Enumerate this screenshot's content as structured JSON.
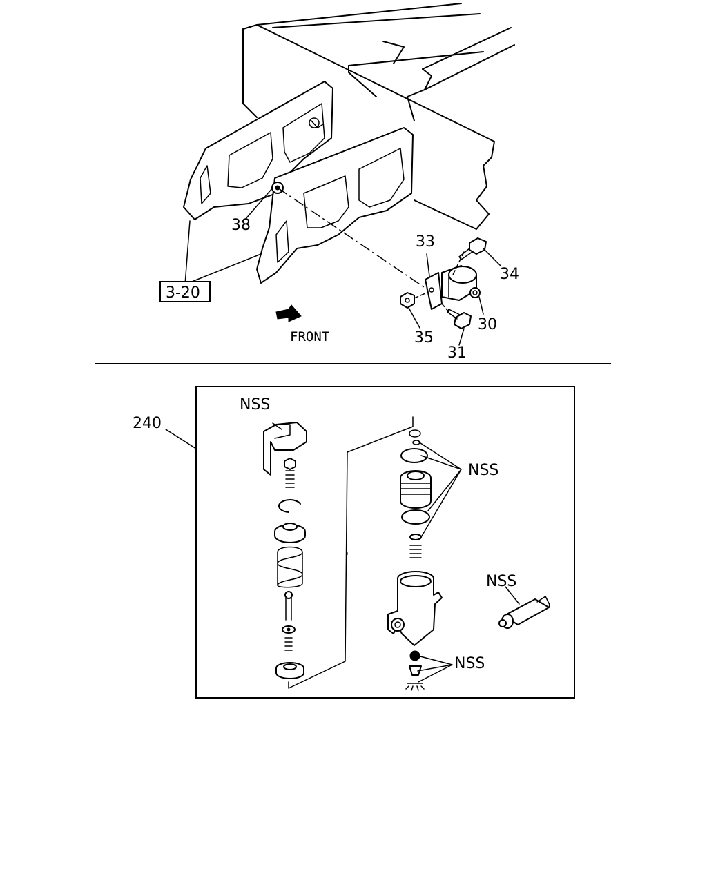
{
  "upper_view": {
    "callouts": {
      "c38": "38",
      "c33": "33",
      "c34": "34",
      "c30": "30",
      "c35": "35",
      "c31": "31"
    },
    "ref_box": "3-20",
    "front_label": "FRONT"
  },
  "lower_view": {
    "kit_callout": "240",
    "nss_top": "NSS",
    "nss_right": "NSS",
    "nss_tube": "NSS",
    "nss_bottom": "NSS"
  }
}
